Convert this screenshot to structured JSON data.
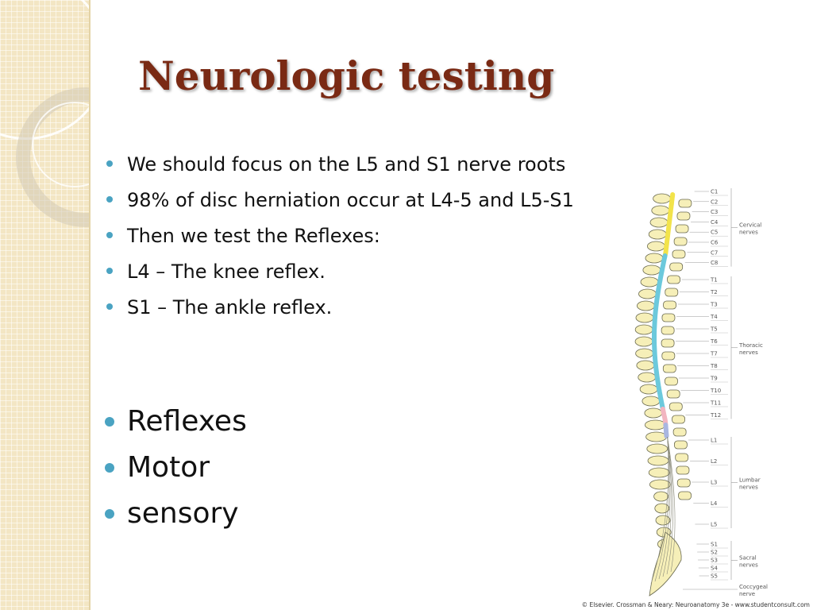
{
  "slide": {
    "title": "Neurologic testing",
    "bullets": [
      "We should focus on the L5 and S1 nerve roots",
      "98% of disc herniation occur at L4-5 and L5-S1",
      "Then we test the Reflexes:",
      "L4 – The knee reflex.",
      "S1 – The ankle reflex."
    ],
    "big_bullets": [
      "Reflexes",
      "Motor",
      "sensory"
    ]
  },
  "figure": {
    "cervical": [
      "C1",
      "C2",
      "C3",
      "C4",
      "C5",
      "C6",
      "C7",
      "C8"
    ],
    "thoracic": [
      "T1",
      "T2",
      "T3",
      "T4",
      "T5",
      "T6",
      "T7",
      "T8",
      "T9",
      "T10",
      "T11",
      "T12"
    ],
    "lumbar": [
      "L1",
      "L2",
      "L3",
      "L4",
      "L5"
    ],
    "sacral": [
      "S1",
      "S2",
      "S3",
      "S4",
      "S5"
    ],
    "group_labels": {
      "cervical": [
        "Cervical",
        "nerves"
      ],
      "thoracic": [
        "Thoracic",
        "nerves"
      ],
      "lumbar": [
        "Lumbar",
        "nerves"
      ],
      "sacral": [
        "Sacral",
        "nerves"
      ],
      "coccygeal": [
        "Coccygeal",
        "nerve"
      ]
    },
    "credit": "© Elsevier. Crossman & Neary: Neuroanatomy 3e - www.studentconsult.com"
  },
  "colors": {
    "title": "#7a2a14",
    "bullet": "#4aa3c2",
    "cervical": "#f2e34a",
    "thoracic": "#6cc9dc",
    "lumbar": "#f2b5c0",
    "sacral": "#a9b6e0"
  }
}
